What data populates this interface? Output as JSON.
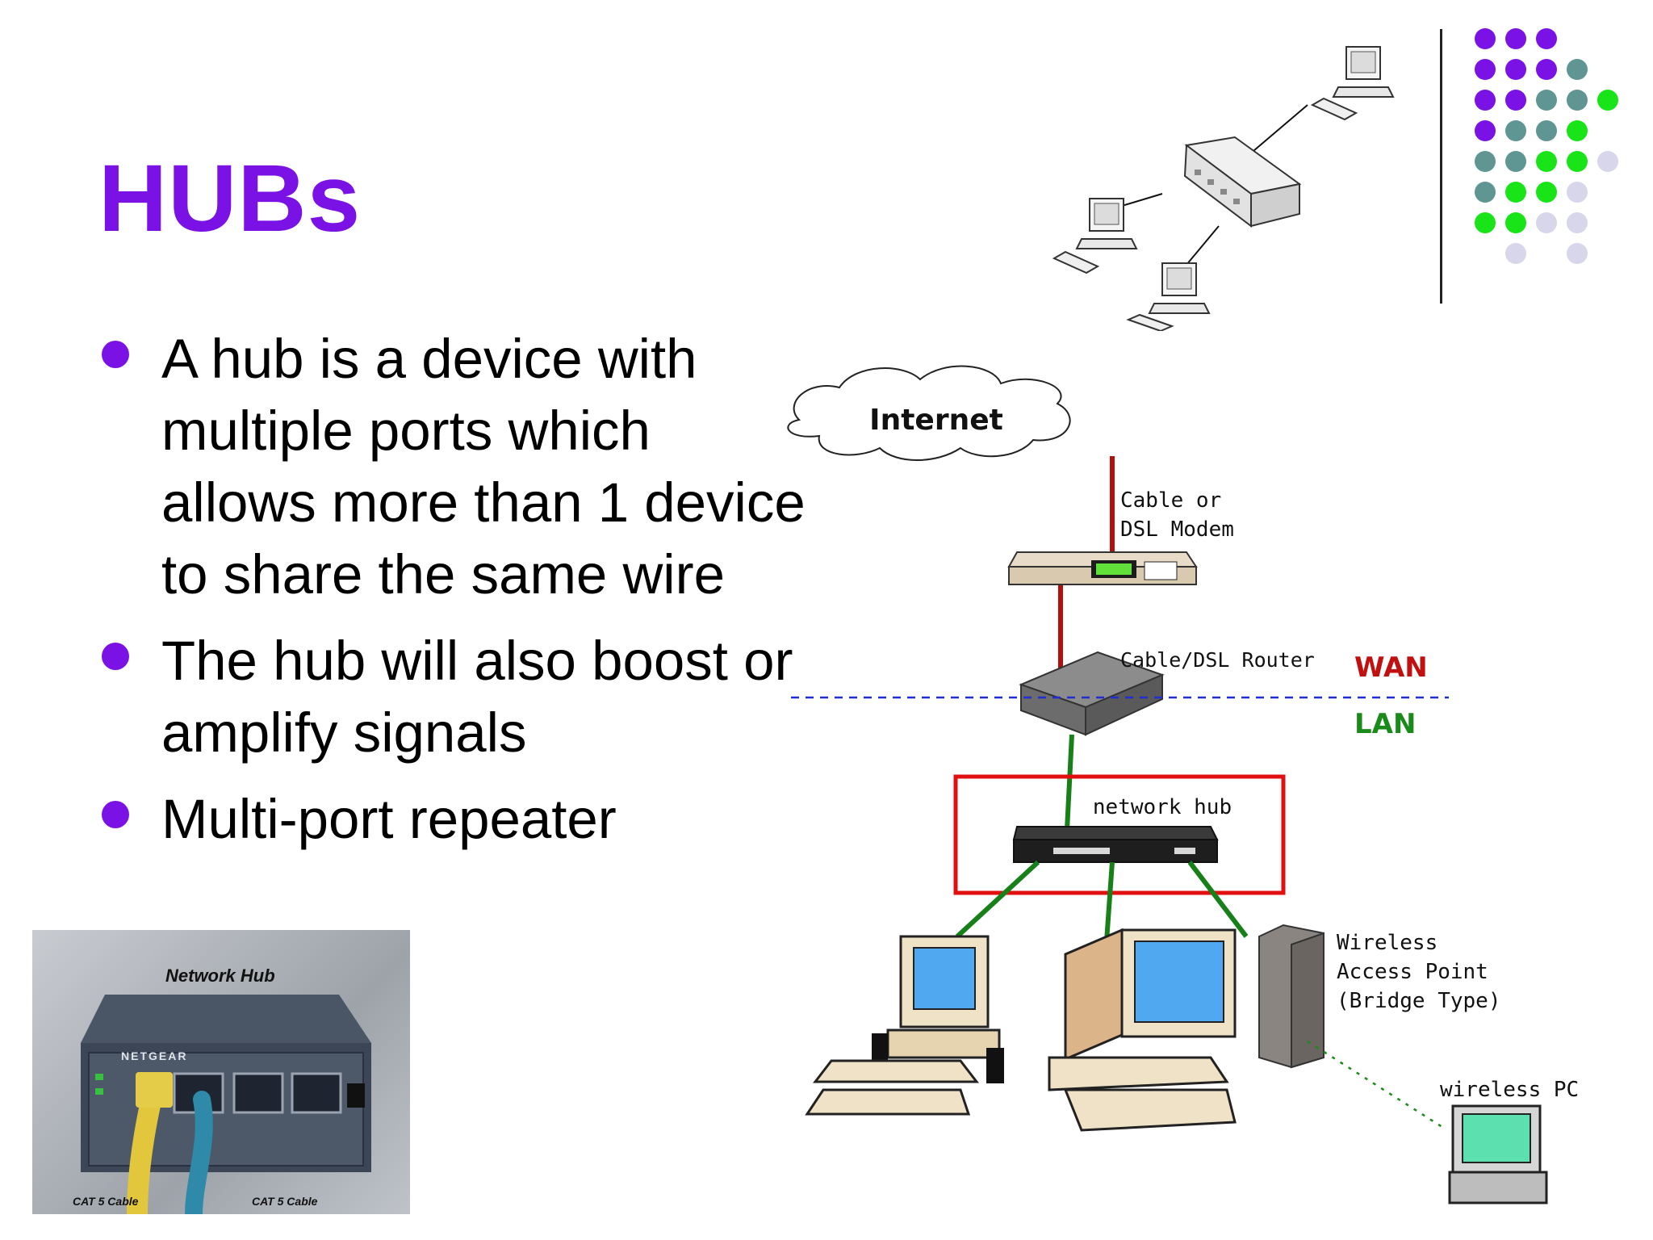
{
  "slide": {
    "title": "HUBs",
    "bullets": [
      "A hub is a device with multiple ports which allows more than 1 device to share the same wire",
      "The hub will also boost or amplify signals",
      "Multi-port repeater"
    ]
  },
  "photo": {
    "heading": "Network Hub",
    "brand": "NETGEAR",
    "cable_left": "CAT 5 Cable",
    "cable_right": "CAT 5 Cable"
  },
  "diagram": {
    "internet": "Internet",
    "modem": [
      "Cable or",
      "DSL Modem"
    ],
    "router": "Cable/DSL Router",
    "wan": "WAN",
    "lan": "LAN",
    "hub": "network hub",
    "access_point": [
      "Wireless",
      "Access Point",
      "(Bridge Type)"
    ],
    "wireless_pc": "wireless PC"
  },
  "colors": {
    "accent_purple": "#7a12e6",
    "teal": "#5f9593",
    "green": "#18e418",
    "lavender": "#d8d6ea",
    "wan_red": "#c01010",
    "lan_green": "#1a8a1a",
    "highlight_box": "#e01010"
  }
}
